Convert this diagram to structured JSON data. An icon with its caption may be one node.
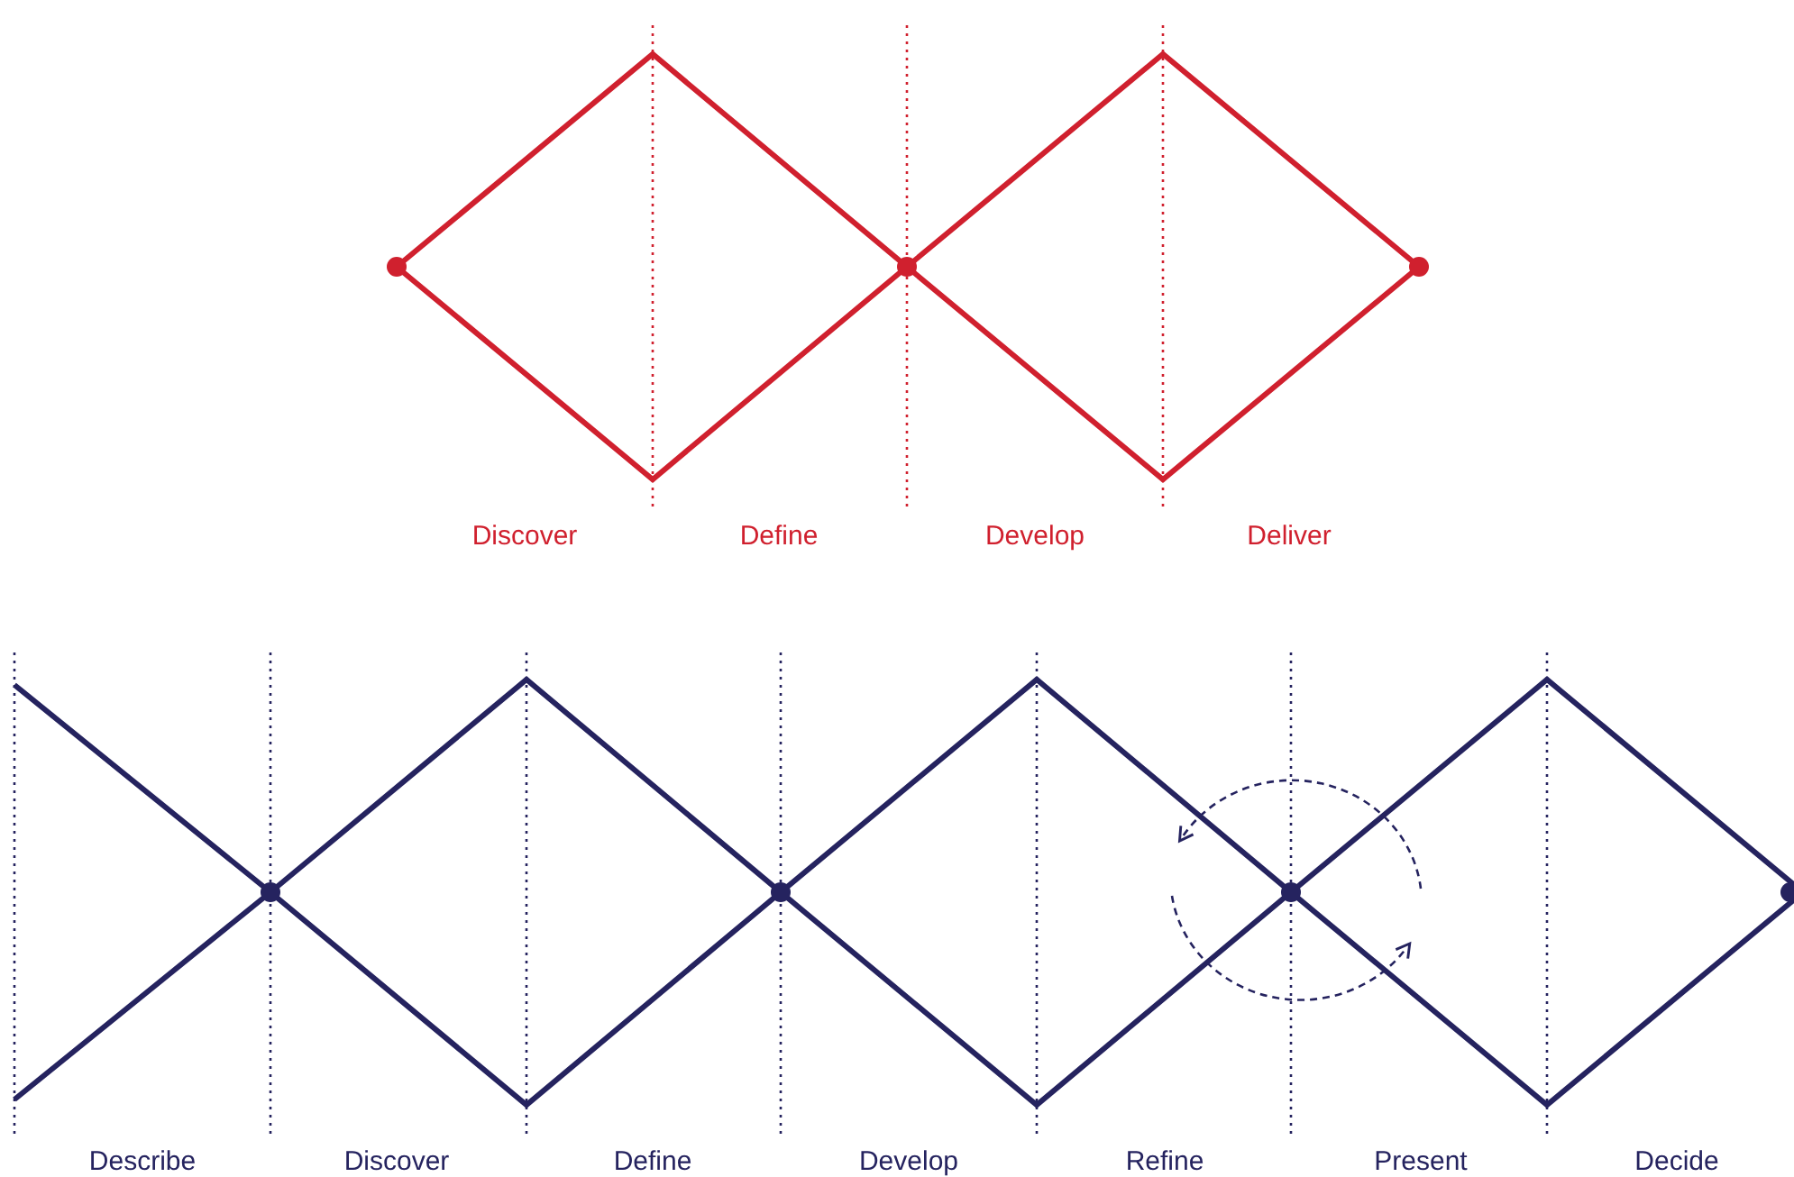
{
  "diagram": {
    "labels": [
      "Discover",
      "Define",
      "Develop",
      "Deliver",
      "Describe",
      "Discover",
      "Define",
      "Develop",
      "Refine",
      "Present",
      "Decide"
    ]
  }
}
